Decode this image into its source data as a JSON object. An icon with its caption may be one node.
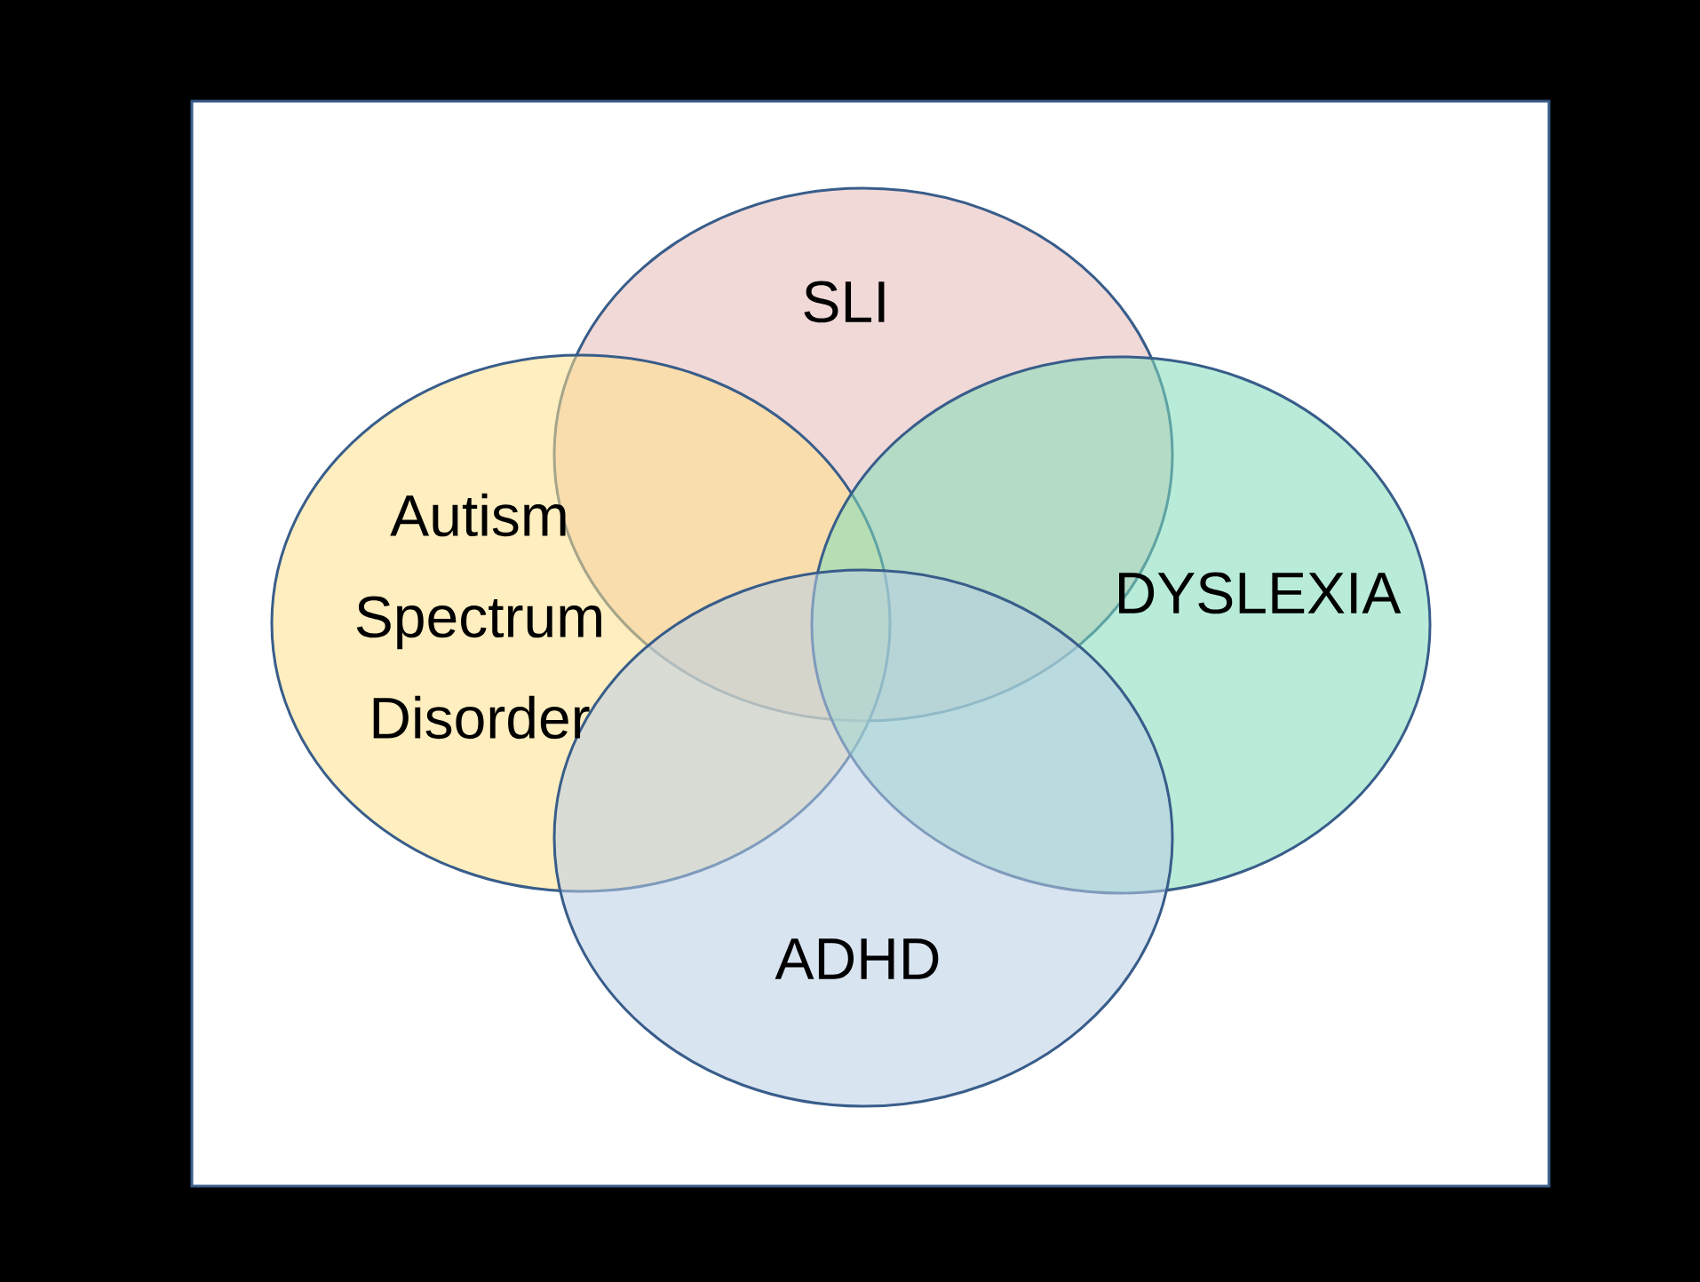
{
  "diagram": {
    "nodes": [
      {
        "text": [
          "SLI"
        ]
      },
      {
        "text": [
          "Autism Spectrum Disorder"
        ]
      },
      {
        "text": [
          "DYSLEXIA"
        ]
      },
      {
        "text": [
          "ADHD"
        ]
      }
    ],
    "edges": []
  }
}
